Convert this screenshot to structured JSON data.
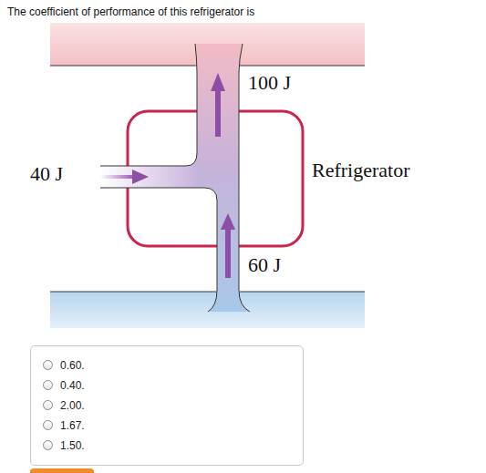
{
  "diagram": {
    "title": "The coefficient of performance of this refrigerator is",
    "nodes": [
      {
        "text": [
          "Refrigerator"
        ]
      },
      {
        "text": [
          "0.60.",
          "0.40.",
          "2.00.",
          "1.67.",
          "1.50."
        ]
      }
    ],
    "labels": [
      "100 J",
      "40 J",
      "60 J"
    ]
  }
}
